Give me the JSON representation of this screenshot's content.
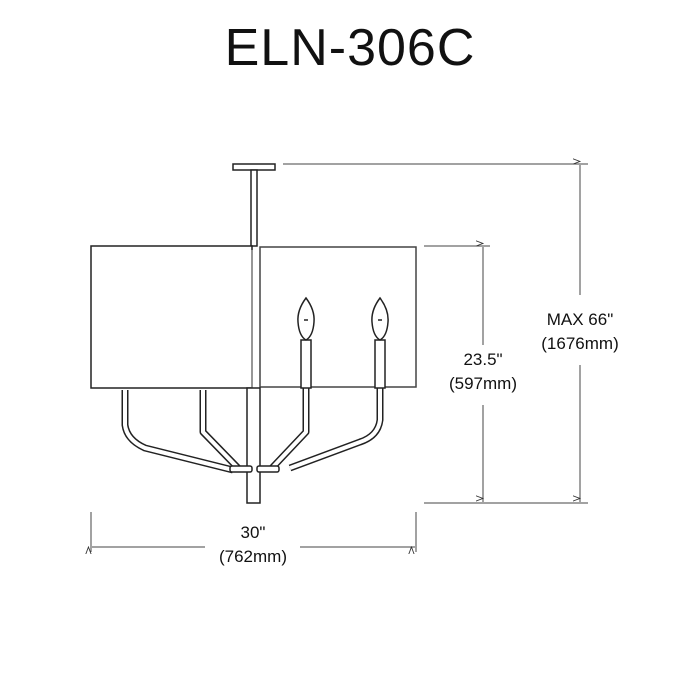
{
  "title": "ELN-306C",
  "dimensions": {
    "max_height": {
      "imperial": "MAX 66\"",
      "metric": "(1676mm)"
    },
    "shade_height": {
      "imperial": "23.5\"",
      "metric": "(597mm)"
    },
    "width": {
      "imperial": "30\"",
      "metric": "(762mm)"
    }
  }
}
